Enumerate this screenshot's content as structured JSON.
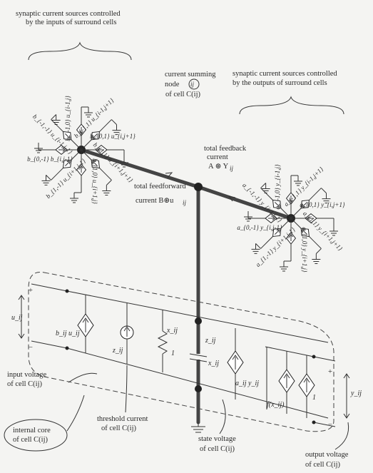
{
  "captions": {
    "top_left": [
      "synaptic current sources controlled",
      "by the inputs of surround cells"
    ],
    "top_right": [
      "synaptic current sources controlled",
      "by the outputs of surround cells"
    ],
    "summing_node": [
      "current summing",
      "node",
      "of cell C(ij)"
    ],
    "node_symbol": "ij",
    "feedback": [
      "total feedback",
      "current",
      "A ⊛ Y"
    ],
    "feedback_sub": "ij",
    "feedforward": [
      "total feedforward",
      "current B⊛u"
    ],
    "feedforward_sub": "ij",
    "input_voltage": [
      "input voltage",
      "of cell C(ij)"
    ],
    "internal_core": [
      "internal core",
      "of cell C(ij)"
    ],
    "threshold_current": [
      "threshold current",
      "of cell C(ij)"
    ],
    "state_voltage": [
      "state voltage",
      "of cell C(ij)"
    ],
    "output_voltage": [
      "output voltage",
      "of cell C(ij)"
    ]
  },
  "input_sources": [
    "b_{-1,0} u_{i-1,j}",
    "b_{-1,1} u_{i-1,j+1}",
    "b_{0,1} u_{i,j+1}",
    "b_{1,1} u_{i+1,j+1}",
    "b_{1,0} u_{i+1,j}",
    "b_{1,-1} u_{i+1,j-1}",
    "b_{0,-1} b_{i,j-1}",
    "b_{-1,-1} u_{i-1,j-1}"
  ],
  "output_sources": [
    "a_{-1,0} y_{i-1,j}",
    "a_{-1,1} y_{i-1,j+1}",
    "a_{0,1} y_{i,j+1}",
    "a_{1,1} y_{i+1,j+1}",
    "a_{1,0} y_{i+1,j}",
    "a_{1,-1} y_{i+1,j-1}",
    "a_{0,-1} y_{i,j-1}",
    "a_{-1,-1} y_{i-1,j-1}"
  ],
  "circuit": {
    "input_source": "b_ij u_ij",
    "threshold_source": "z_ij",
    "state_x": "x_ij",
    "resistor": "1",
    "node_z": "z_ij",
    "cap_x": "x_ij",
    "feedback_source": "a_ij y_ij",
    "output_fn": "f(x_ij)",
    "output_resistor": "1",
    "u_label": "u_ij",
    "y_label": "y_ij",
    "plus": "+",
    "minus": "−"
  }
}
